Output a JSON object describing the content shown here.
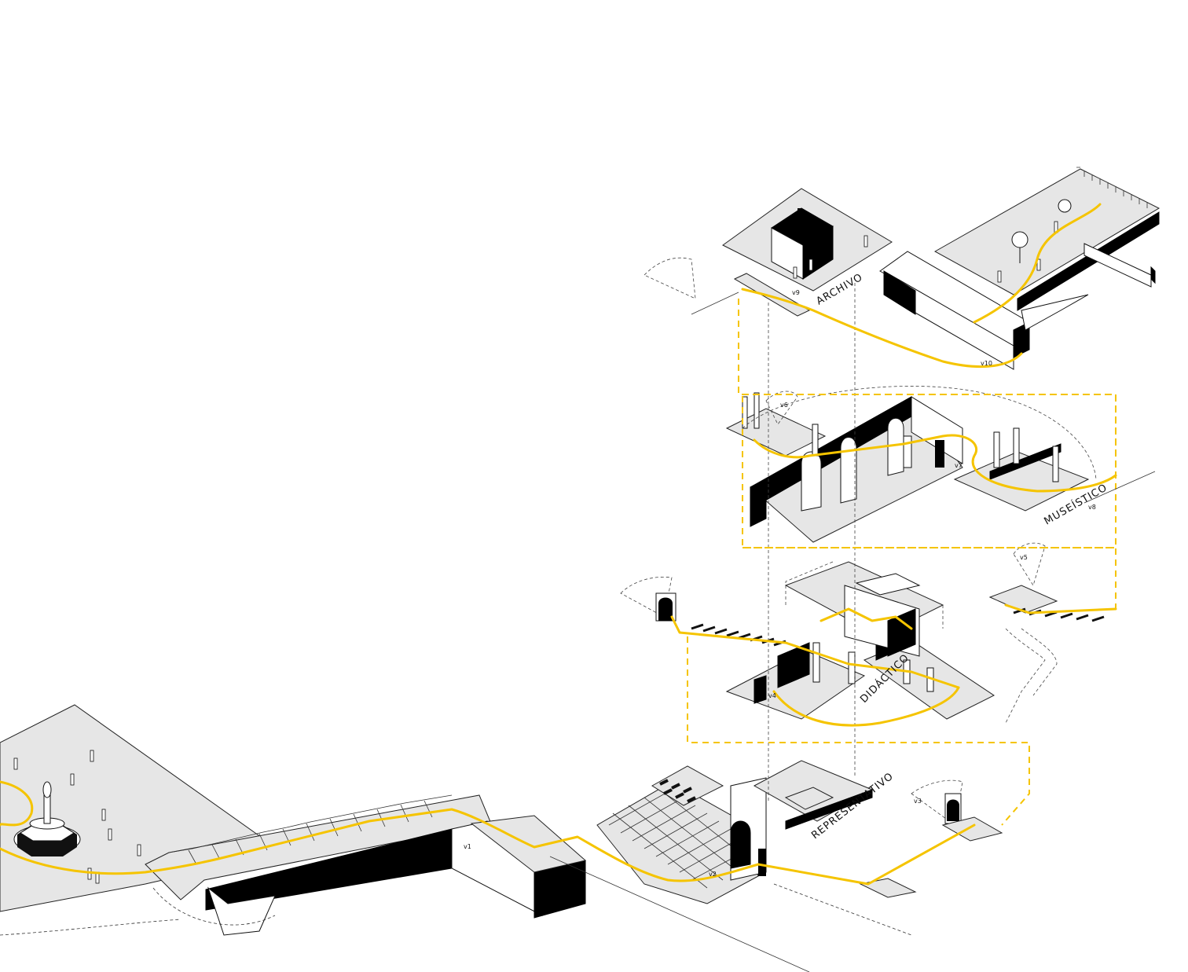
{
  "zones": {
    "archivo": "ARCHIVO",
    "museistico": "MUSEÍSTICO",
    "didactico": "DIDÁCTICO",
    "representativo": "REPRESENTATIVO"
  },
  "viewpoints": {
    "v1": "v1",
    "v2": "v2",
    "v3": "v3",
    "v4": "v4",
    "v5": "v5",
    "v6": "v6",
    "v7": "v7",
    "v8": "v8",
    "v9": "v9",
    "v10": "v10"
  },
  "colors": {
    "route": "#f5c400",
    "ground": "#e6e6e6",
    "wall": "#000000",
    "line": "#222222"
  }
}
